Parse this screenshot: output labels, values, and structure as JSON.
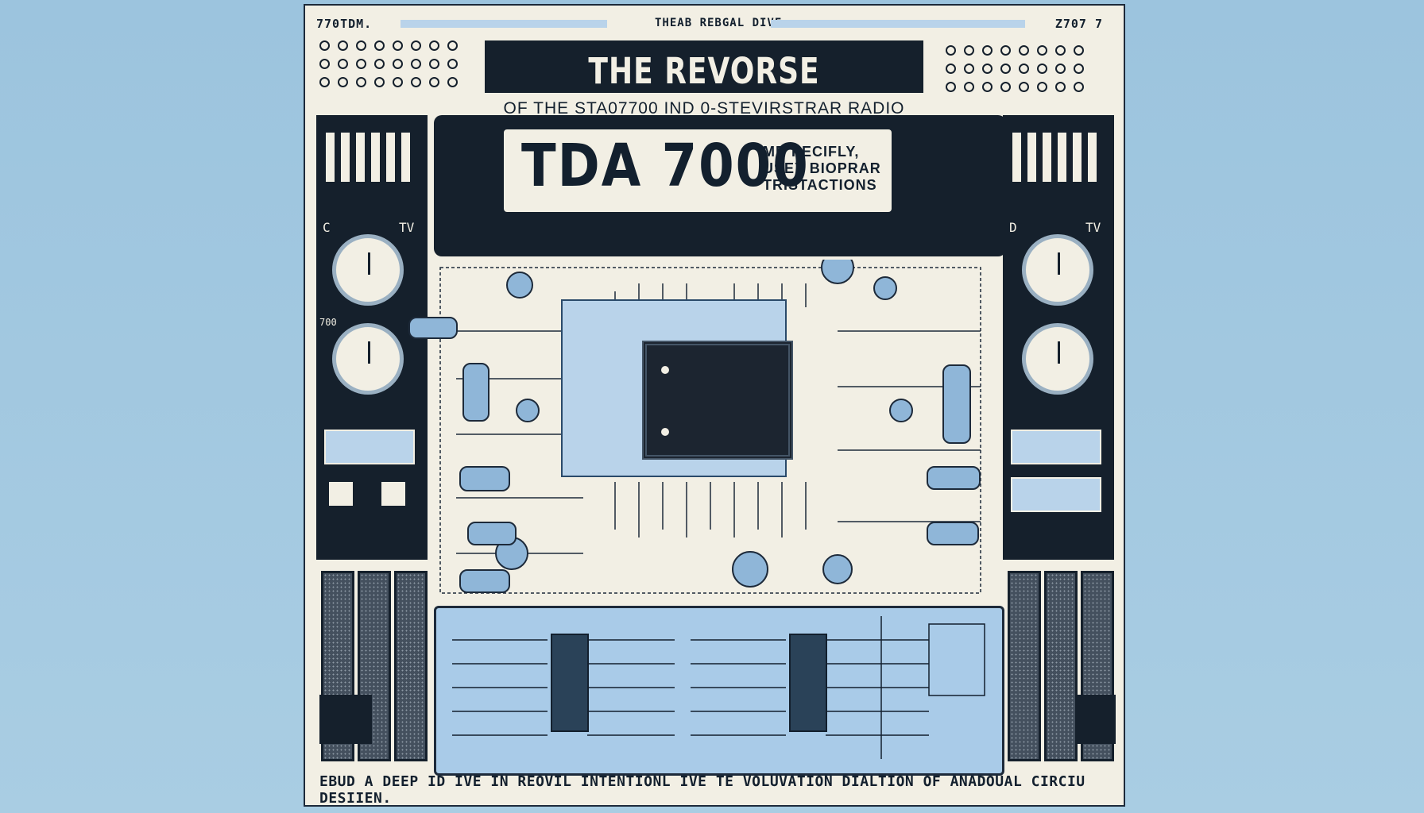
{
  "top_left": "770TDM.",
  "top_middle": "THEAB REBGAL DIVE",
  "top_right": "Z707 7",
  "title_line1": "THE REVORSE ENGIDNEERING",
  "title_line2": "OF  THE STA07700 IND 0-STEVIRSTRAR RADIO CHCIP",
  "chip_name": "TDA 7000",
  "chip_subtitle": "MD PECIFLY, USEY BIOPRAR TRISTACTIONS",
  "gauge_labels": {
    "left_top": "C",
    "left_top2": "TV",
    "left_mid": "700",
    "right_top": "D",
    "right_top2": "TV"
  },
  "footer": "EBUD A DEEP ID IVE IN  REOVIL INTENTIONL IVE TE VOLUVATION  DIALTION OF  ANADOUAL CIRCIU DESIIEN.",
  "colors": {
    "dark": "#15202c",
    "paper": "#f2efe4",
    "accent": "#b9d3ea",
    "background": "#9cc4de"
  }
}
